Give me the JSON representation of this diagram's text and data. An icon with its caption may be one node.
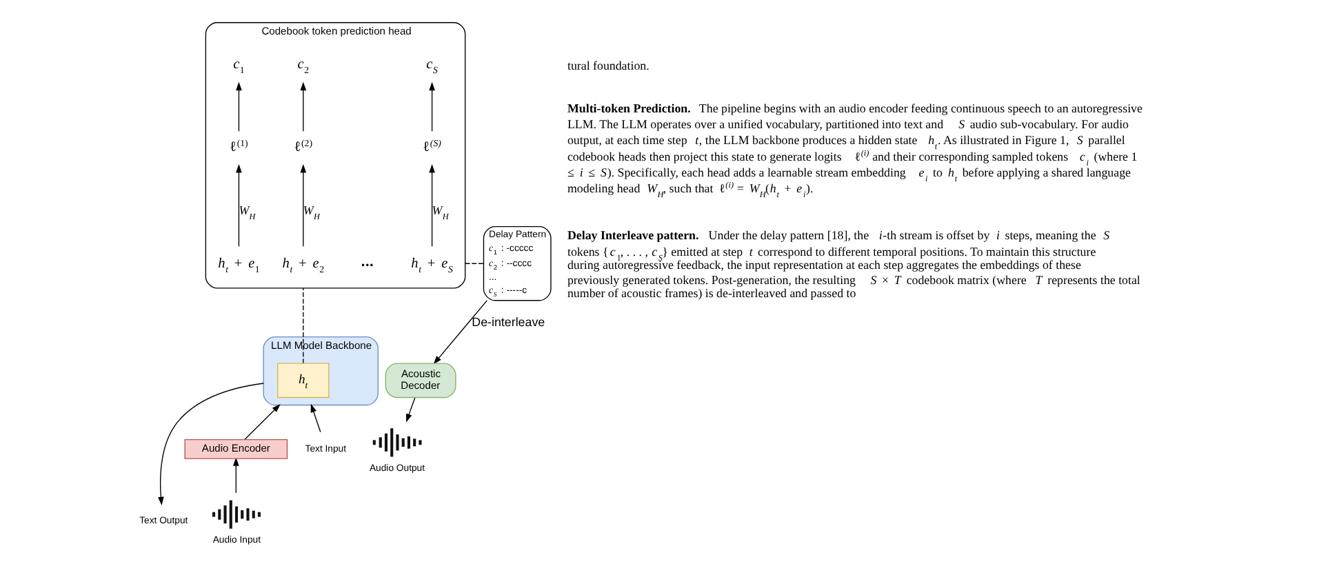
{
  "diagram": {
    "nodes": [
      {
        "text": [
          "Codebook token prediction head"
        ]
      },
      {
        "text": [
          "*c*$_{1}$"
        ],
        "in": 0
      },
      {
        "text": [
          "*c*$_{2}$"
        ],
        "in": 0
      },
      {
        "text": [
          "*c*$_{S}$"
        ],
        "in": 0
      },
      {
        "text": [
          "**ℓ**$^{(1)}$"
        ],
        "in": 0
      },
      {
        "text": [
          "**ℓ**$^{(2)}$"
        ],
        "in": 0
      },
      {
        "text": [
          "**ℓ**$^{(S)}$"
        ],
        "in": 0
      },
      {
        "text": [
          "*h*$_{t}$ + *e*$_{1}$"
        ],
        "in": 0
      },
      {
        "text": [
          "*h*$_{t}$ + *e*$_{2}$"
        ],
        "in": 0
      },
      {
        "text": [
          "*h*$_{t}$ + *e*$_{S}$"
        ],
        "in": 0
      },
      {
        "text": [
          "LLM Model Backbone"
        ]
      },
      {
        "text": [
          "*h*$_{t}$"
        ],
        "in": 10
      },
      {
        "text": [
          "Delay Pattern",
          "*c*$_{1}$ : -ccccc",
          "*c*$_{2}$ : --cccc",
          "...",
          "*c*$_{S}$ : -----c"
        ]
      },
      {
        "text": [
          "Acoustic Decoder"
        ]
      },
      {
        "text": [
          "Audio Encoder"
        ]
      },
      {
        "text": [],
        "shape": "picture",
        "beside": [
          "Audio Input"
        ]
      },
      {
        "text": [
          "Text Input"
        ]
      },
      {
        "text": [
          "Text Output"
        ]
      },
      {
        "text": [],
        "shape": "picture",
        "beside": [
          "Audio Output"
        ]
      }
    ],
    "edges": [
      {
        "from": 9,
        "to": 6,
        "arrow": "to",
        "label": "*W*$_{H}$"
      },
      {
        "from": 6,
        "to": 3,
        "arrow": "to"
      },
      {
        "from": 8,
        "to": 5,
        "arrow": "to",
        "label": "*W*$_{H}$"
      },
      {
        "from": 5,
        "to": 2,
        "arrow": "to"
      },
      {
        "from": 7,
        "to": 4,
        "arrow": "to",
        "label": "*W*$_{H}$"
      },
      {
        "from": 4,
        "to": 1,
        "arrow": "to"
      },
      {
        "from": 11,
        "to": 0,
        "arrow": "none",
        "style": "dashed"
      },
      {
        "from": 0,
        "to": 12,
        "arrow": "none",
        "style": "dashed"
      },
      {
        "from": 12,
        "to": 13,
        "arrow": "to",
        "label": "De-interleave"
      },
      {
        "from": 15,
        "to": 14,
        "arrow": "to"
      },
      {
        "from": 14,
        "to": 10,
        "arrow": "to"
      },
      {
        "from": 16,
        "to": 10,
        "arrow": "to"
      },
      {
        "from": 10,
        "to": 17,
        "arrow": "to"
      },
      {
        "from": 13,
        "to": 18,
        "arrow": "to"
      }
    ],
    "labels": [
      "...",
      "tural foundation.",
      "**Multi-token Prediction.** The pipeline begins with an audio encoder feeding continuous speech to an autoregressive LLM. The LLM operates over a unified vocabulary, partitioned into text and *S* audio sub-vocabulary. For audio output, at each time step *t*, the LLM backbone produces a hidden state *h*$_{t}$. As illustrated in Figure 1, *S* parallel codebook heads then project this state to generate logits **ℓ**$^{(i)}$ and their corresponding sampled tokens *c*$_{i}$ (where 1 ≤ *i* ≤ *S*). Specifically, each head adds a learnable stream embedding *e*$_{i}$ to *h*$_{t}$ before applying a shared language modeling head *W*$_{H}$, such that **ℓ**$^{(i)}$ = *W*$_{H}$(*h*$_{t}$ + *e*$_{i}$).",
      "**Delay Interleave pattern.** Under the delay pattern [18], the *i*-th stream is offset by *i* steps, meaning the *S* tokens {*c*$_{1}$, . . . , *c*$_{S}$} emitted at step *t* correspond to different temporal positions. To maintain this structure during autoregressive feedback, the input representation at each step aggregates the embeddings of these previously generated tokens. Post-generation, the resulting *S* × *T* codebook matrix (where *T* represents the total number of acoustic frames) is de-interleaved and passed to"
    ]
  }
}
